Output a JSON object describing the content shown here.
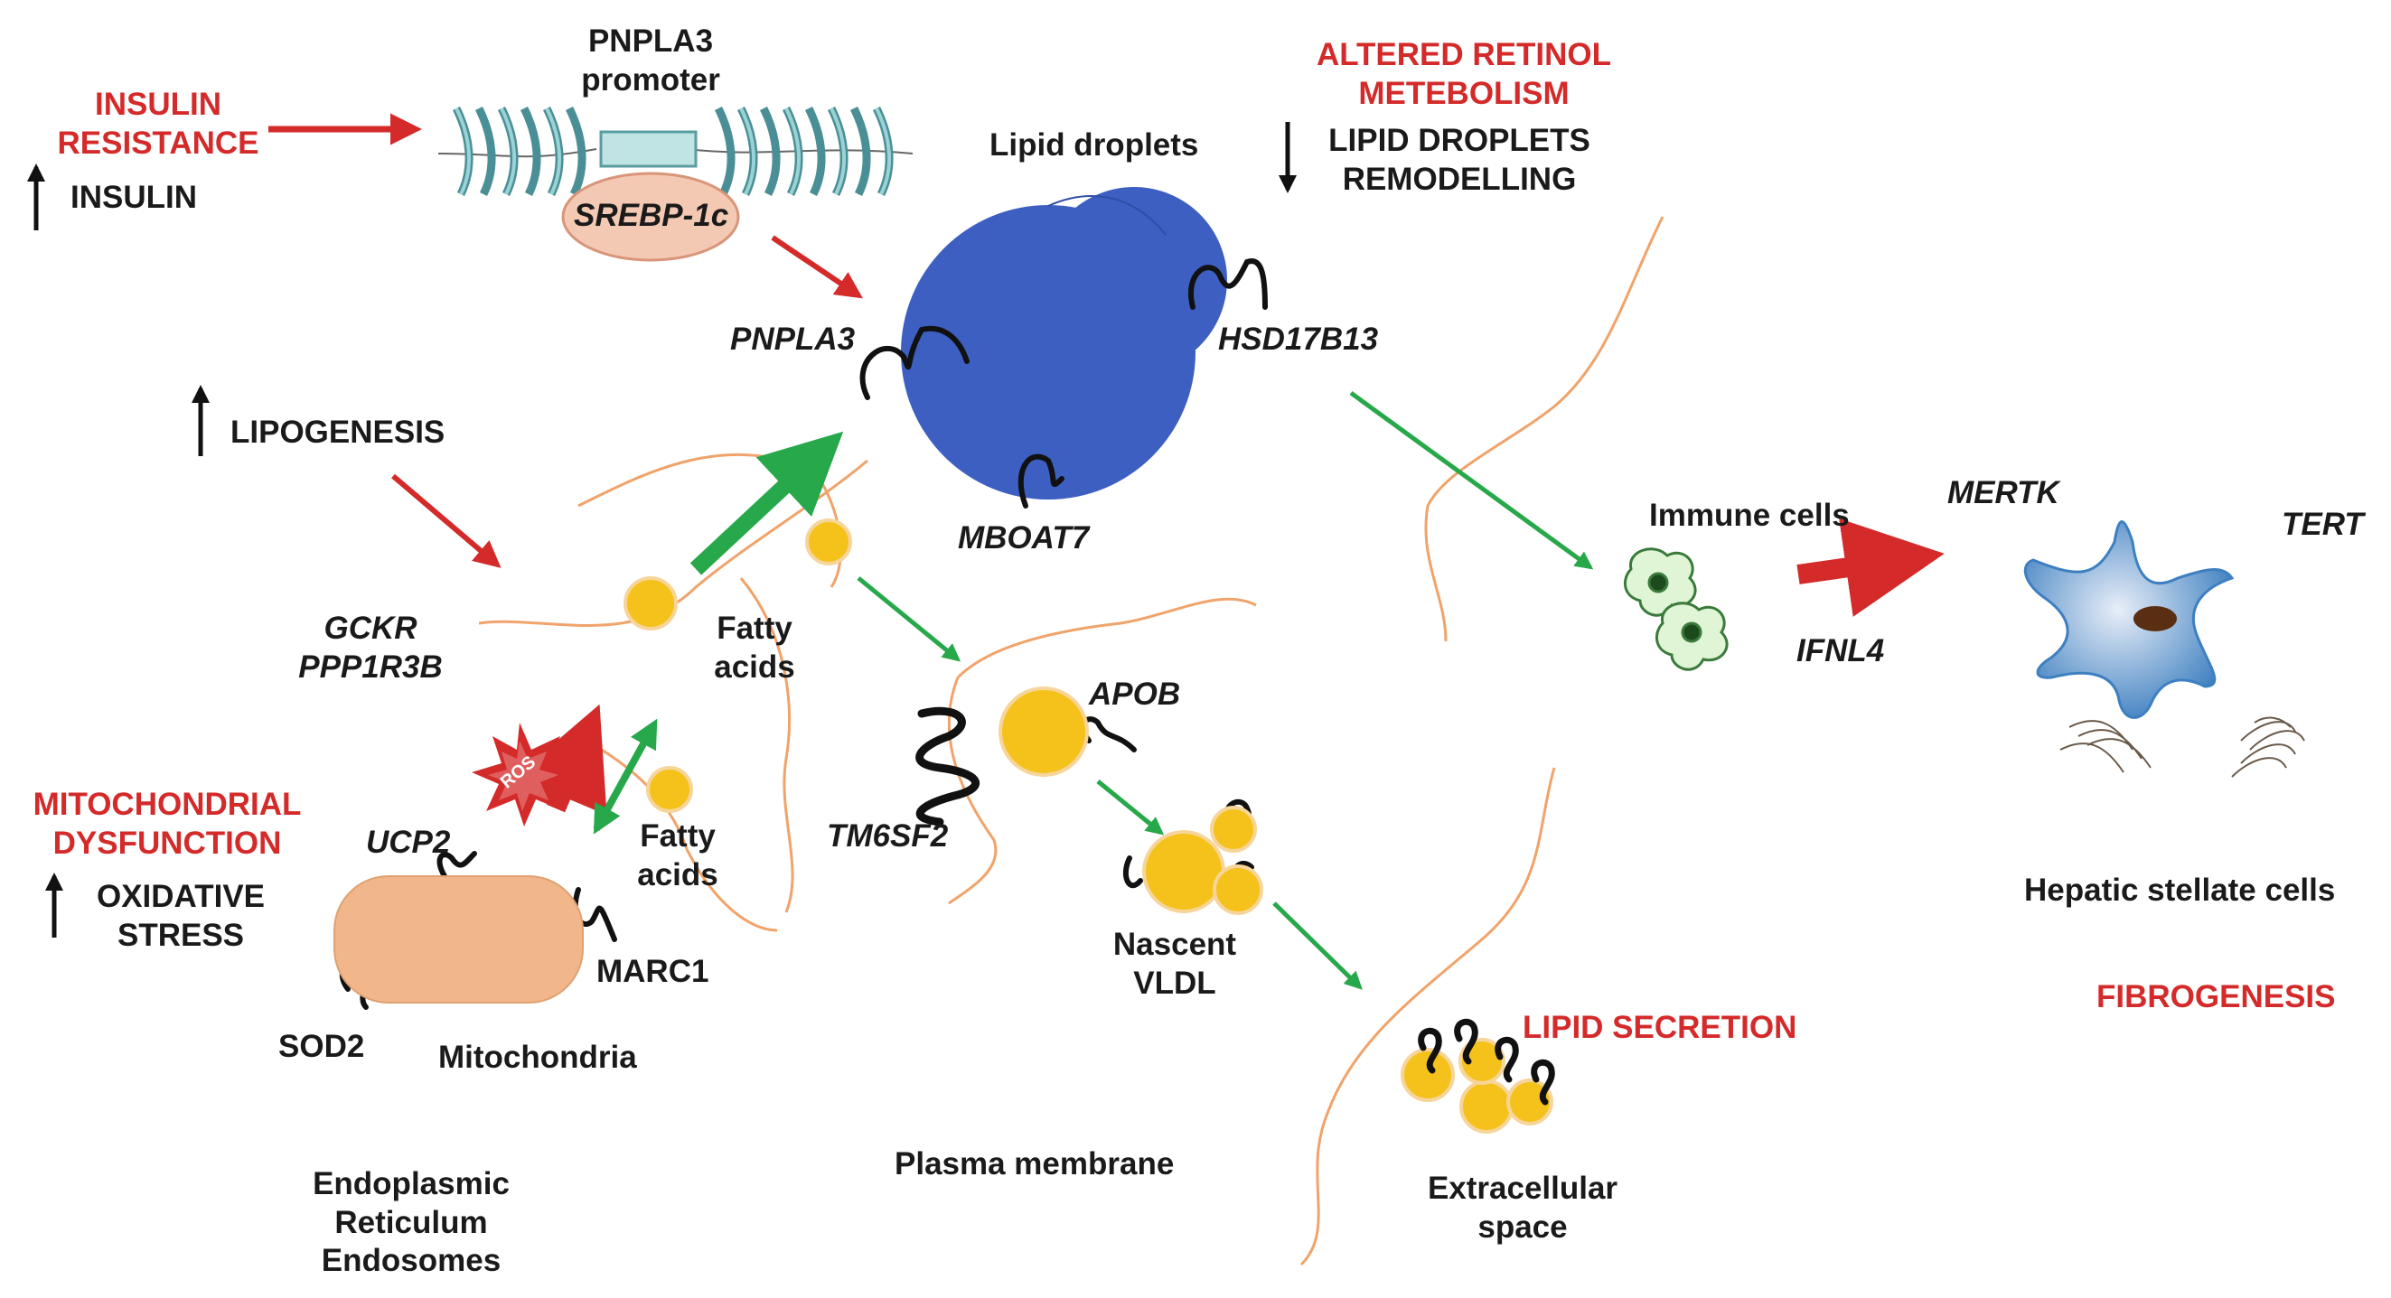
{
  "colors": {
    "red": "#d42a2a",
    "green": "#27a84a",
    "membrane": "#f0a36a",
    "droplet": "#3d5fc2",
    "fatty_acid": "#f4c21a",
    "mitochondria": "#f1b78b",
    "cell": "#3d7fc0"
  },
  "labels": {
    "insulin_resistance_1": "INSULIN",
    "insulin_resistance_2": "RESISTANCE",
    "insulin": "INSULIN",
    "pnpla3_promoter_1": "PNPLA3",
    "pnpla3_promoter_2": "promoter",
    "srebp": "SREBP-1c",
    "altered_retinol_1": "ALTERED RETINOL",
    "altered_retinol_2": "METEBOLISM",
    "lipid_droplets": "Lipid droplets",
    "ld_remodelling_1": "LIPID DROPLETS",
    "ld_remodelling_2": "REMODELLING",
    "pnpla3": "PNPLA3",
    "hsd17b13": "HSD17B13",
    "mboat7": "MBOAT7",
    "lipogenesis": "LIPOGENESIS",
    "gckr": "GCKR",
    "ppp1r3b": "PPP1R3B",
    "fatty_acids_1a": "Fatty",
    "fatty_acids_1b": "acids",
    "fatty_acids_2a": "Fatty",
    "fatty_acids_2b": "acids",
    "ros": "ROS",
    "mito_dysfunction_1": "MITOCHONDRIAL",
    "mito_dysfunction_2": "DYSFUNCTION",
    "oxidative_stress_1": "OXIDATIVE",
    "oxidative_stress_2": "STRESS",
    "ucp2": "UCP2",
    "marc1": "MARC1",
    "sod2": "SOD2",
    "mitochondria": "Mitochondria",
    "er_1": "Endoplasmic",
    "er_2": "Reticulum",
    "er_3": "Endosomes",
    "tm6sf2": "TM6SF2",
    "apob": "APOB",
    "nascent_1": "Nascent",
    "nascent_2": "VLDL",
    "plasma_membrane": "Plasma membrane",
    "immune_cells": "Immune cells",
    "mertk": "MERTK",
    "tert": "TERT",
    "ifnl4": "IFNL4",
    "hepatic_stellate": "Hepatic stellate cells",
    "fibrogenesis": "FIBROGENESIS",
    "lipid_secretion": "LIPID SECRETION",
    "extracellular_1": "Extracellular",
    "extracellular_2": "space"
  }
}
